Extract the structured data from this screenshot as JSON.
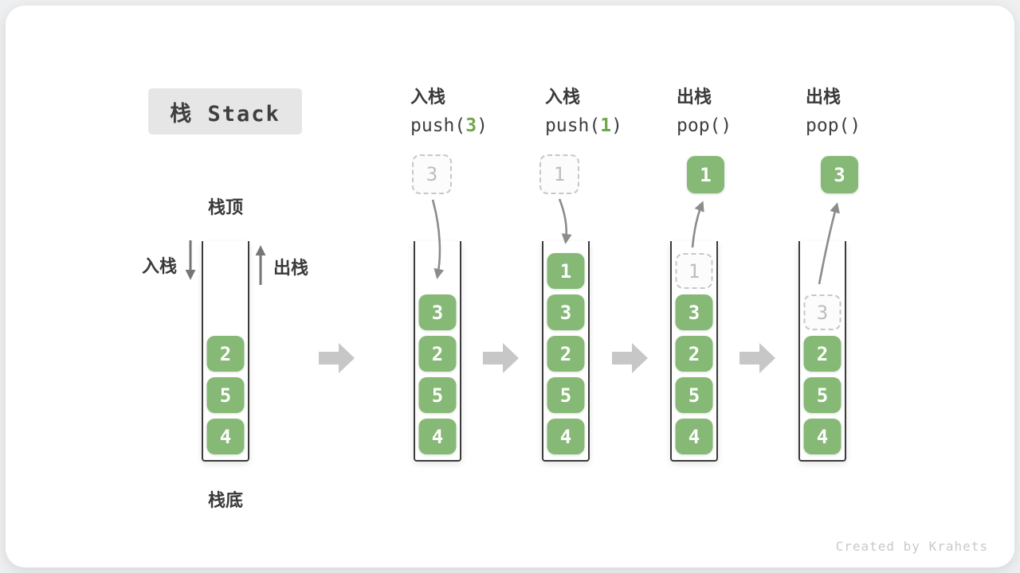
{
  "title": "栈 Stack",
  "labels": {
    "stack_top": "栈顶",
    "stack_bottom": "栈底",
    "push_side": "入栈",
    "pop_side": "出栈"
  },
  "watermark": "Created by Krahets",
  "colors": {
    "box_green": "#86b976",
    "code_arg_green": "#70a74d",
    "curve_arrow_gray": "#8c8c8c",
    "flow_arrow_gray": "#c7c7c7",
    "ghost_border_gray": "#c7c7c7",
    "title_bg": "#e6e6e6",
    "text_dark": "#3a3a3a"
  },
  "columns": [
    {
      "name": "initial",
      "items": [
        {
          "value": "2"
        },
        {
          "value": "5"
        },
        {
          "value": "4"
        }
      ]
    },
    {
      "name": "push-3",
      "header": "入栈",
      "code_pre": "push(",
      "code_arg": "3",
      "code_post": ")",
      "float_value": "3",
      "items": [
        {
          "value": "3"
        },
        {
          "value": "2"
        },
        {
          "value": "5"
        },
        {
          "value": "4"
        }
      ]
    },
    {
      "name": "push-1",
      "header": "入栈",
      "code_pre": "push(",
      "code_arg": "1",
      "code_post": ")",
      "float_value": "1",
      "items": [
        {
          "value": "1"
        },
        {
          "value": "3"
        },
        {
          "value": "2"
        },
        {
          "value": "5"
        },
        {
          "value": "4"
        }
      ]
    },
    {
      "name": "pop-1",
      "header": "出栈",
      "code_pre": "pop(",
      "code_arg": "",
      "code_post": ")",
      "float_value": "1",
      "items": [
        {
          "value": "1",
          "ghost": true
        },
        {
          "value": "3"
        },
        {
          "value": "2"
        },
        {
          "value": "5"
        },
        {
          "value": "4"
        }
      ]
    },
    {
      "name": "pop-3",
      "header": "出栈",
      "code_pre": "pop(",
      "code_arg": "",
      "code_post": ")",
      "float_value": "3",
      "items": [
        {
          "value": "3",
          "ghost": true
        },
        {
          "value": "2"
        },
        {
          "value": "5"
        },
        {
          "value": "4"
        }
      ]
    }
  ]
}
